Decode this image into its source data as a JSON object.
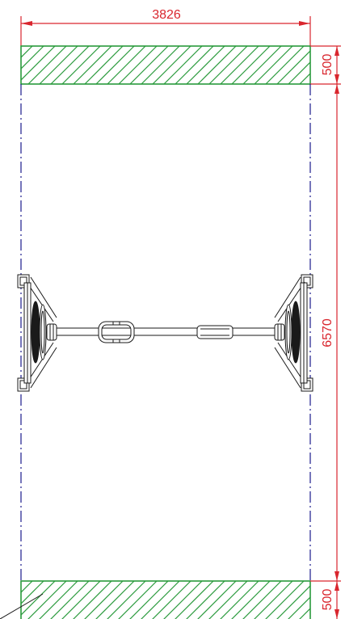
{
  "dimensions": {
    "width_value": "3826",
    "length_value": "6570",
    "top_clearance_value": "500",
    "bottom_clearance_value": "500"
  },
  "colors": {
    "dimension": "#d9262e",
    "safety_zone": "#2a9a3c",
    "centerline": "#1a1a8c",
    "equipment": "#1a1a1a"
  }
}
